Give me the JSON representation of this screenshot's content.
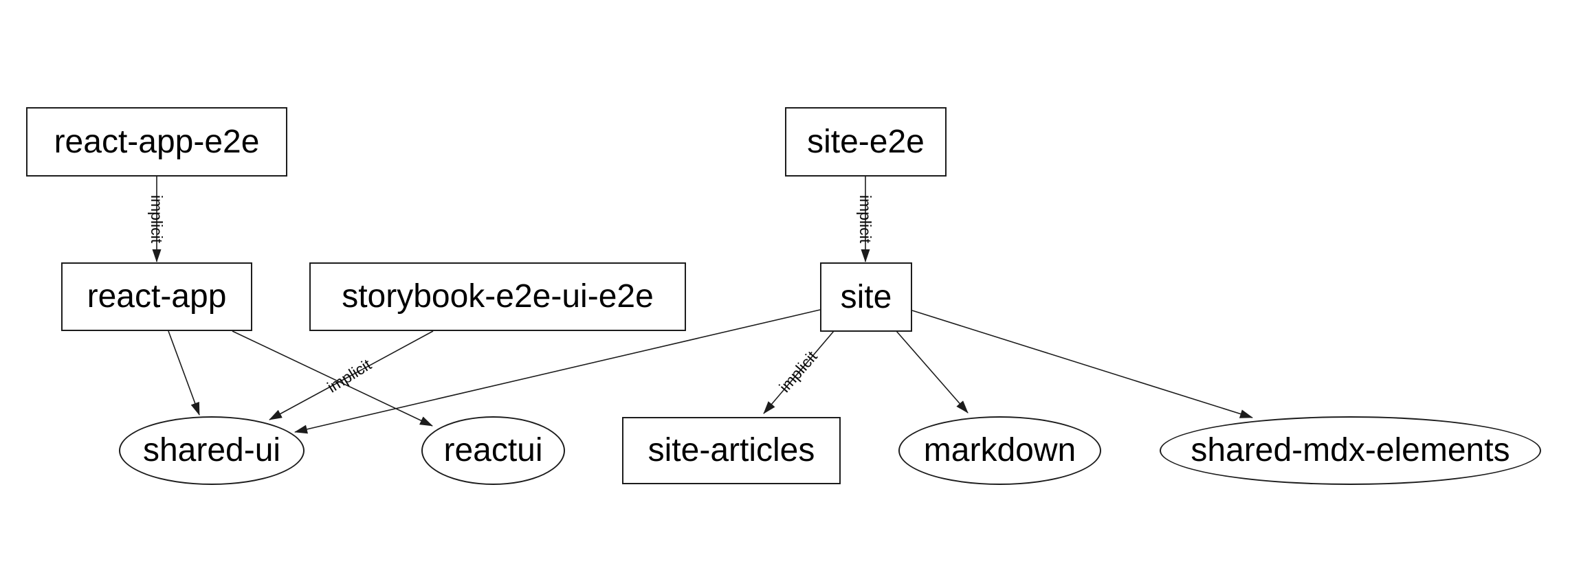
{
  "graph": {
    "colors": {
      "background": "#ffffff",
      "node_border": "#1c1c1c",
      "edge": "#1c1c1c",
      "text": "#000000"
    },
    "nodes": [
      {
        "id": "react-app-e2e",
        "label": "react-app-e2e",
        "shape": "rect"
      },
      {
        "id": "site-e2e",
        "label": "site-e2e",
        "shape": "rect"
      },
      {
        "id": "react-app",
        "label": "react-app",
        "shape": "rect"
      },
      {
        "id": "storybook-e2e-ui-e2e",
        "label": "storybook-e2e-ui-e2e",
        "shape": "rect"
      },
      {
        "id": "site",
        "label": "site",
        "shape": "rect"
      },
      {
        "id": "shared-ui",
        "label": "shared-ui",
        "shape": "ellipse"
      },
      {
        "id": "reactui",
        "label": "reactui",
        "shape": "ellipse"
      },
      {
        "id": "site-articles",
        "label": "site-articles",
        "shape": "rect"
      },
      {
        "id": "markdown",
        "label": "markdown",
        "shape": "ellipse"
      },
      {
        "id": "shared-mdx-elements",
        "label": "shared-mdx-elements",
        "shape": "ellipse"
      }
    ],
    "edges": [
      {
        "from": "react-app-e2e",
        "to": "react-app",
        "label": "implicit"
      },
      {
        "from": "site-e2e",
        "to": "site",
        "label": "implicit"
      },
      {
        "from": "react-app",
        "to": "shared-ui"
      },
      {
        "from": "react-app",
        "to": "reactui"
      },
      {
        "from": "storybook-e2e-ui-e2e",
        "to": "shared-ui",
        "label": "implicit"
      },
      {
        "from": "site",
        "to": "shared-ui"
      },
      {
        "from": "site",
        "to": "site-articles",
        "label": "implicit"
      },
      {
        "from": "site",
        "to": "markdown"
      },
      {
        "from": "site",
        "to": "shared-mdx-elements"
      }
    ]
  }
}
